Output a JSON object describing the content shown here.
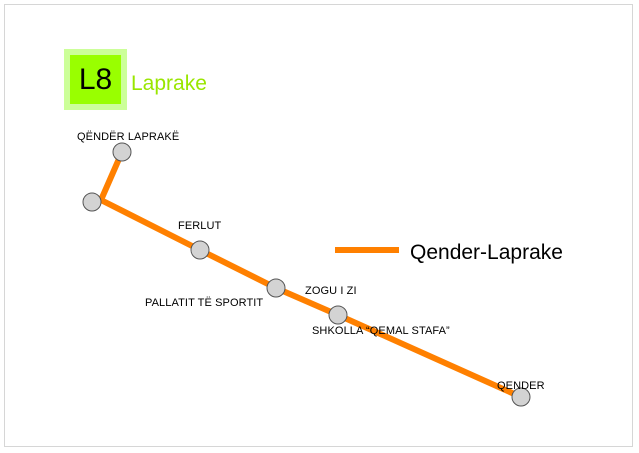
{
  "route": {
    "code": "L8",
    "name": "Laprake",
    "badge_color": "#99ff00",
    "badge_border_color": "#ccff99",
    "name_color": "#99e600"
  },
  "line_color": "#ff8000",
  "stop_color": "#d3d3d3",
  "stops": [
    {
      "label": "QËNDËR LAPRAKË"
    },
    {
      "label": ""
    },
    {
      "label": "FERLUT"
    },
    {
      "label": "ZOGU I ZI"
    },
    {
      "label": "PALLATIT TË SPORTIT"
    },
    {
      "label": "SHKOLLA “QEMAL STAFA”"
    },
    {
      "label": "QENDER"
    }
  ],
  "legend": {
    "label": "Qender-Laprake"
  }
}
